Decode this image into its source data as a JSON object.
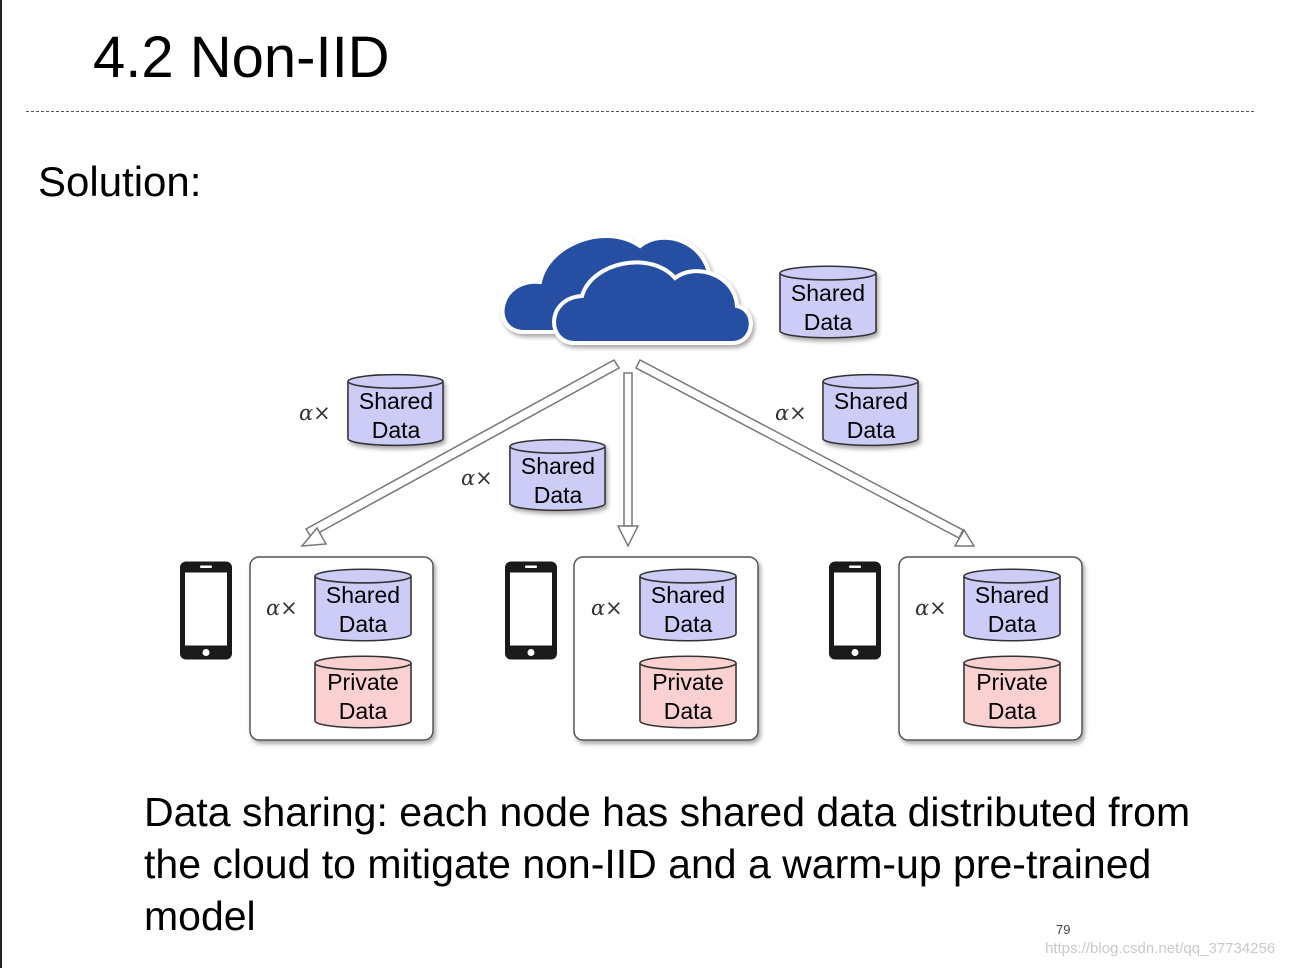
{
  "slide": {
    "title": "4.2 Non-IID",
    "subtitle": "Solution:",
    "caption": "Data sharing: each node has shared data distributed from the cloud to mitigate non-IID and a warm-up pre-trained model",
    "page_number": "79",
    "watermark": "https://blog.csdn.net/qq_37734256"
  },
  "diagram": {
    "cloud_icon": "cloud-icon",
    "device_icon": "smartphone-icon",
    "shared_label_line1": "Shared",
    "shared_label_line2": "Data",
    "private_label_line1": "Private",
    "private_label_line2": "Data",
    "alpha_label": "α×",
    "colors": {
      "cloud": "#2650A4",
      "shared_fill": "#CCCCF7",
      "private_fill": "#FBD0D0",
      "node_border": "#555555"
    }
  }
}
